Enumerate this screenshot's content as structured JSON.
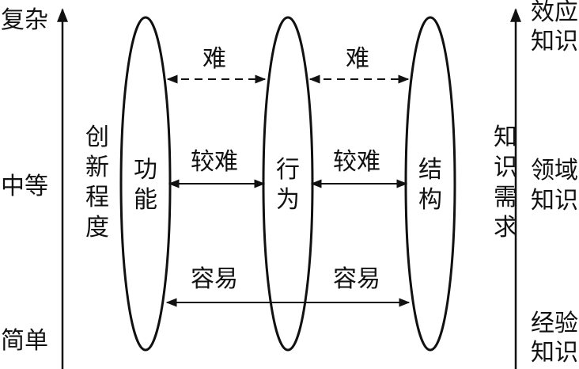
{
  "left_axis": {
    "levels": [
      "复杂",
      "中等",
      "简单"
    ],
    "title": "创新程度"
  },
  "right_axis": {
    "title": "知识需求",
    "levels": [
      {
        "line1": "效应",
        "line2": "知识"
      },
      {
        "line1": "领域",
        "line2": "知识"
      },
      {
        "line1": "经验",
        "line2": "知识"
      }
    ]
  },
  "nodes": [
    {
      "label": "功能"
    },
    {
      "label": "行为"
    },
    {
      "label": "结构"
    }
  ],
  "links": [
    {
      "label": "难",
      "style": "dashed"
    },
    {
      "label": "难",
      "style": "dashed"
    },
    {
      "label": "较难",
      "style": "solid"
    },
    {
      "label": "较难",
      "style": "solid"
    },
    {
      "label": "容易",
      "style": "solid"
    },
    {
      "label": "容易",
      "style": "solid"
    }
  ]
}
